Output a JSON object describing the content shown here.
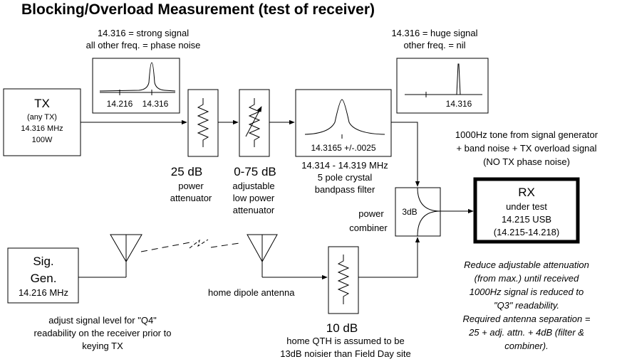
{
  "title": "Blocking/Overload Measurement (test of receiver)",
  "spectrum_tx": {
    "note_line1": "14.316 = strong signal",
    "note_line2": "all other freq. = phase noise",
    "tick1": "14.216",
    "tick2": "14.316"
  },
  "spectrum_out": {
    "note_line1": "14.316 = huge signal",
    "note_line2": "other freq. = nil",
    "tick": "14.316"
  },
  "tx_box": {
    "title": "TX",
    "line1": "(any TX)",
    "line2": "14.316 MHz",
    "line3": "100W"
  },
  "atten_25": {
    "value": "25 dB",
    "line1": "power",
    "line2": "attenuator"
  },
  "atten_adj": {
    "value": "0-75 dB",
    "line1": "adjustable",
    "line2": "low power",
    "line3": "attenuator"
  },
  "filter": {
    "tick": "14.3165 +/-.0025",
    "line1": "14.314 - 14.319 MHz",
    "line2": "5 pole crystal",
    "line3": "bandpass filter"
  },
  "rx_note": {
    "line1": "1000Hz tone from signal generator",
    "line2": "+ band noise + TX overload signal",
    "line3": "(NO TX phase noise)"
  },
  "combiner": {
    "inner": "3dB",
    "line1": "power",
    "line2": "combiner"
  },
  "rx_box": {
    "title": "RX",
    "line1": "under test",
    "line2": "14.215 USB",
    "line3": "(14.215-14.218)"
  },
  "sig_gen": {
    "line1": "Sig.",
    "line2": "Gen.",
    "line3": "14.216 MHz"
  },
  "sig_gen_note": {
    "line1": "adjust signal level for \"Q4\"",
    "line2": "readability on the receiver prior to",
    "line3": "keying TX"
  },
  "antenna_label": "home dipole antenna",
  "atten_10": {
    "value": "10 dB",
    "line1": "home QTH is assumed to be",
    "line2": "13dB noisier than Field Day site"
  },
  "procedure": {
    "line1": "Reduce adjustable attenuation",
    "line2": "(from max.) until received",
    "line3": "1000Hz signal is reduced to",
    "line4": "\"Q3\" readability.",
    "line5": "Required antenna separation =",
    "line6": "25 + adj. attn. + 4dB (filter &",
    "line7": "combiner)."
  }
}
